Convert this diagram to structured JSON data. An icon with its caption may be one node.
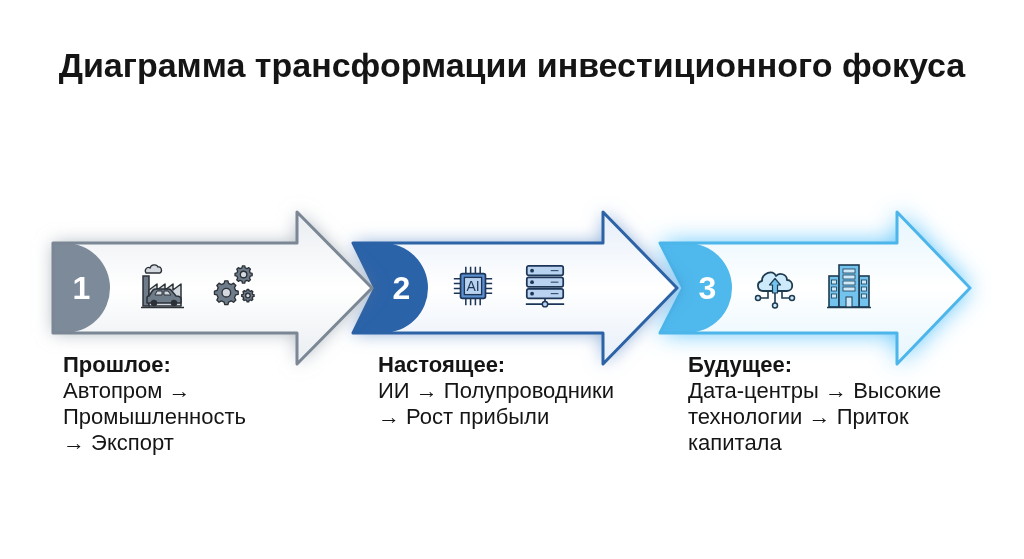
{
  "diagram": {
    "title": "Диаграмма трансформации инвестиционного фокуса",
    "nodes": [
      {
        "text": [
          "1"
        ],
        "beside": [
          "Прошлое:",
          "Автопром → Промышленность → Экспорт"
        ]
      },
      {
        "text": [
          "2"
        ],
        "beside": [
          "Настоящее:",
          "ИИ → Полупроводники → Рост прибыли"
        ]
      },
      {
        "text": [
          "3"
        ],
        "beside": [
          "Будущее:",
          "Дата-центры → Высокие технологии → Приток капитала"
        ]
      }
    ],
    "labels": [
      "AI"
    ]
  }
}
